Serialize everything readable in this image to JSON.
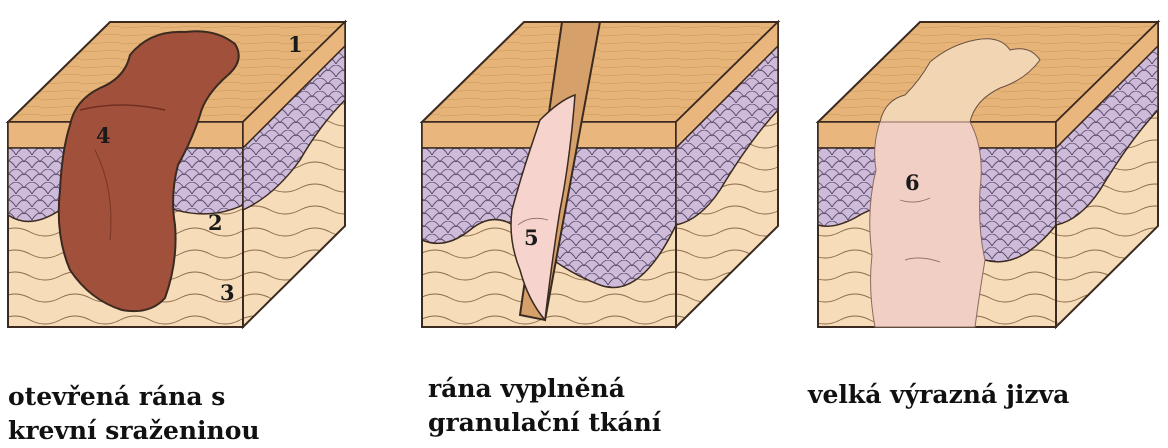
{
  "labels": {
    "n1": "1",
    "n2": "2",
    "n3": "3",
    "n4": "4",
    "n5": "5",
    "n6": "6"
  },
  "captions": {
    "open_wound": [
      "otevřená rána s",
      "krevní sraženinou"
    ],
    "granulation": [
      "rána vyplněná",
      "granulační tkání"
    ],
    "scar": [
      "velká výrazná jizva"
    ]
  },
  "colors": {
    "epidermis_top": "#e6b378",
    "epidermis_side": "#eab781",
    "papillary_layer": "#cbb8d8",
    "dermis": "#f6dcb8",
    "clot": "#a1503b",
    "granulation": "#f6d3cc",
    "scar": "#f2cfc4",
    "outline": "#3a2a20"
  }
}
